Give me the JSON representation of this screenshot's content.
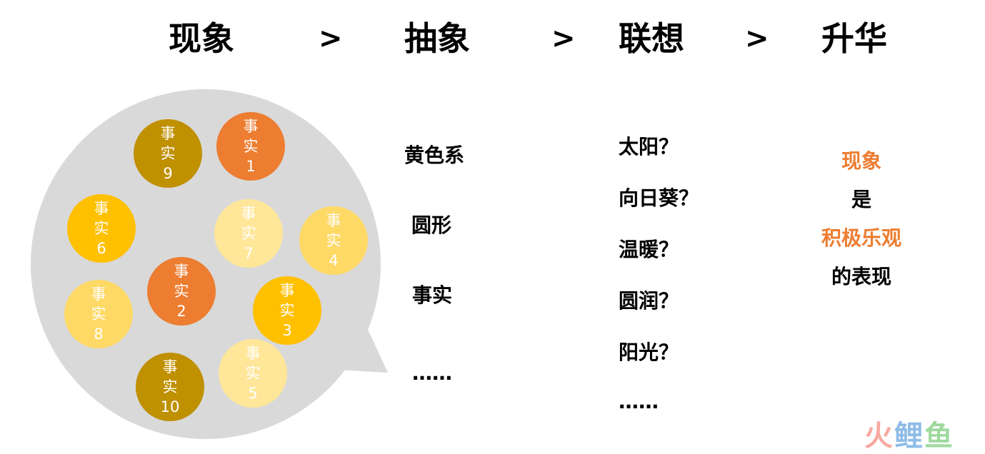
{
  "header": {
    "steps": [
      "现象",
      "抽象",
      "联想",
      "升华"
    ],
    "arrow": ">"
  },
  "facts": [
    {
      "line1": "事",
      "line2": "实",
      "num": "1",
      "color": "#ED7D31"
    },
    {
      "line1": "事",
      "line2": "实",
      "num": "2",
      "color": "#ED7D31"
    },
    {
      "line1": "事",
      "line2": "实",
      "num": "3",
      "color": "#FFC000"
    },
    {
      "line1": "事",
      "line2": "实",
      "num": "4",
      "color": "#FFD966"
    },
    {
      "line1": "事",
      "line2": "实",
      "num": "5",
      "color": "#FFE699"
    },
    {
      "line1": "事",
      "line2": "实",
      "num": "6",
      "color": "#FFC000"
    },
    {
      "line1": "事",
      "line2": "实",
      "num": "7",
      "color": "#FFE699"
    },
    {
      "line1": "事",
      "line2": "实",
      "num": "8",
      "color": "#FFD966"
    },
    {
      "line1": "事",
      "line2": "实",
      "num": "9",
      "color": "#BF9000"
    },
    {
      "line1": "事",
      "line2": "实",
      "num": "10",
      "color": "#BF9000"
    }
  ],
  "bubble_color": "#D9D9D9",
  "abstract_items": [
    "黄色系",
    "圆形",
    "事实",
    "……"
  ],
  "association_items": [
    "太阳？",
    "向日葵？",
    "温暖？",
    "圆润？",
    "阳光？",
    "……"
  ],
  "sublimation": {
    "line1": "现象",
    "line2": "是",
    "line3": "积极乐观",
    "line4": "的表现",
    "accent": "#ED7D31"
  },
  "watermark": {
    "c1": "火",
    "c2": "鲤",
    "c3": "鱼"
  }
}
